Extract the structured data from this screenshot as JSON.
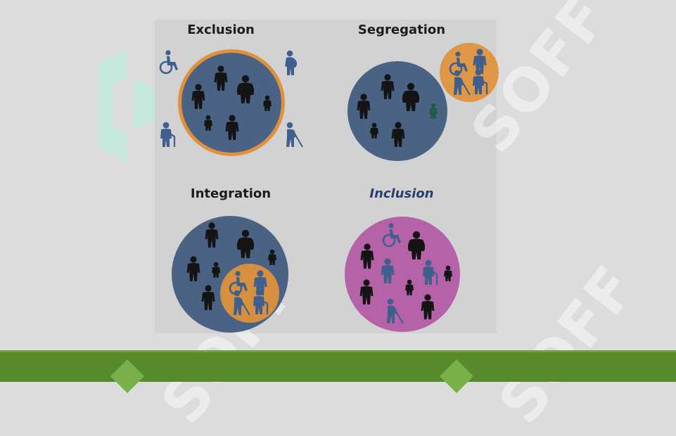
{
  "slide": {
    "watermark": "SOFF",
    "quadrants": [
      {
        "id": "exclusion",
        "title": "Exclusion"
      },
      {
        "id": "segregation",
        "title": "Segregation"
      },
      {
        "id": "integration",
        "title": "Integration"
      },
      {
        "id": "inclusion",
        "title": "Inclusion"
      }
    ]
  },
  "colors": {
    "main_circle": "#4a6284",
    "minority_circle": "#e0923a",
    "inclusion_circle": "#b562a8",
    "ring": "#e0923a",
    "majority_person": "#141414",
    "minority_person": "#3f5f8e",
    "footer": "#568a2a"
  }
}
